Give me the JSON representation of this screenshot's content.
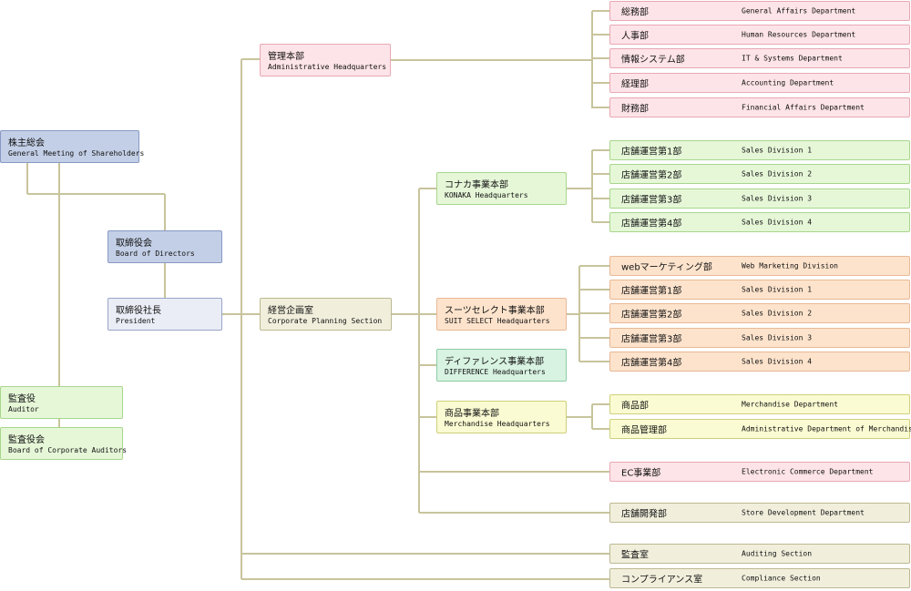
{
  "line_color": "#c8c49c",
  "shareholders": {
    "jp": "株主総会",
    "en": "General Meeting of Shareholders"
  },
  "board": {
    "jp": "取締役会",
    "en": "Board of Directors"
  },
  "president": {
    "jp": "取締役社長",
    "en": "President"
  },
  "auditor": {
    "jp": "監査役",
    "en": "Auditor"
  },
  "board_auditors": {
    "jp": "監査役会",
    "en": "Board of Corporate Auditors"
  },
  "admin_hq": {
    "jp": "管理本部",
    "en": "Administrative Headquarters"
  },
  "corp_planning": {
    "jp": "経営企画室",
    "en": "Corporate Planning Section"
  },
  "konaka_hq": {
    "jp": "コナカ事業本部",
    "en": "KONAKA Headquarters"
  },
  "suit_hq": {
    "jp": "スーツセレクト事業本部",
    "en": "SUIT SELECT Headquarters"
  },
  "diff_hq": {
    "jp": "ディファレンス事業本部",
    "en": "DIFFERENCE Headquarters"
  },
  "merch_hq": {
    "jp": "商品事業本部",
    "en": "Merchandise Headquarters"
  },
  "admin_depts": [
    {
      "jp": "総務部",
      "en": "General Affairs Department"
    },
    {
      "jp": "人事部",
      "en": "Human Resources Department"
    },
    {
      "jp": "情報システム部",
      "en": "IT & Systems Department"
    },
    {
      "jp": "経理部",
      "en": "Accounting Department"
    },
    {
      "jp": "財務部",
      "en": "Financial Affairs Department"
    }
  ],
  "konaka_depts": [
    {
      "jp": "店舗運営第1部",
      "en": "Sales Division 1"
    },
    {
      "jp": "店舗運営第2部",
      "en": "Sales Division 2"
    },
    {
      "jp": "店舗運営第3部",
      "en": "Sales Division 3"
    },
    {
      "jp": "店舗運営第4部",
      "en": "Sales Division 4"
    }
  ],
  "suit_depts": [
    {
      "jp": "webマーケティング部",
      "en": "Web Marketing Division"
    },
    {
      "jp": "店舗運営第1部",
      "en": "Sales Division 1"
    },
    {
      "jp": "店舗運営第2部",
      "en": "Sales Division 2"
    },
    {
      "jp": "店舗運営第3部",
      "en": "Sales Division 3"
    },
    {
      "jp": "店舗運営第4部",
      "en": "Sales Division 4"
    }
  ],
  "merch_depts": [
    {
      "jp": "商品部",
      "en": "Merchandise Department"
    },
    {
      "jp": "商品管理部",
      "en": "Administrative Department of Merchandise"
    }
  ],
  "ec_dept": {
    "jp": "EC事業部",
    "en": "Electronic Commerce Department"
  },
  "store_dev": {
    "jp": "店舗開発部",
    "en": "Store Development Department"
  },
  "audit_section": {
    "jp": "監査室",
    "en": "Auditing Section"
  },
  "compliance": {
    "jp": "コンプライアンス室",
    "en": "Compliance Section"
  }
}
